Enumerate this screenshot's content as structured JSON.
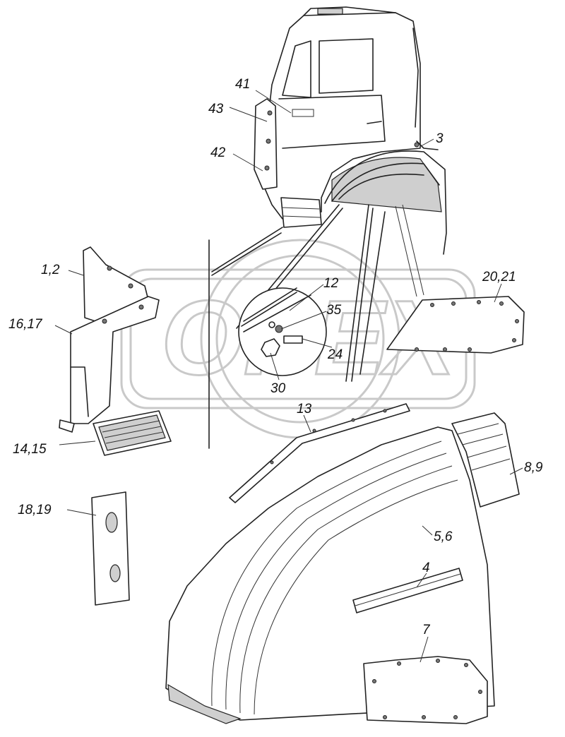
{
  "diagram": {
    "labels": {
      "l41": "41",
      "l43": "43",
      "l42": "42",
      "l3": "3",
      "l1_2": "1,2",
      "l16_17": "16,17",
      "l14_15": "14,15",
      "l12": "12",
      "l35": "35",
      "l24": "24",
      "l30": "30",
      "l20_21": "20,21",
      "l13": "13",
      "l8_9": "8,9",
      "l18_19": "18,19",
      "l5_6": "5,6",
      "l4": "4",
      "l7": "7"
    },
    "watermark": "ОРЕХ"
  }
}
